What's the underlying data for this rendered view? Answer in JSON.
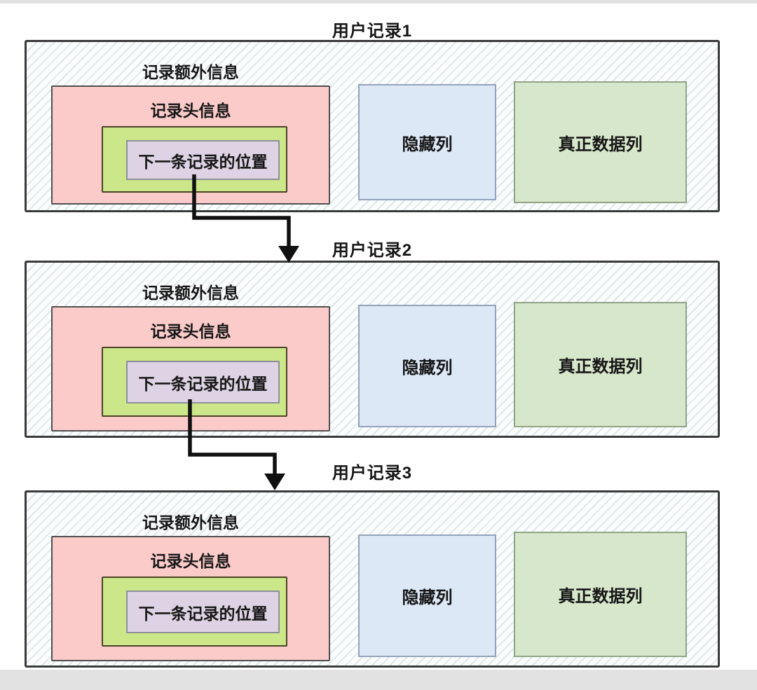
{
  "diagram": {
    "records": [
      {
        "title": "用户记录1",
        "extra_label": "记录额外信息",
        "header_label": "记录头信息",
        "next_pos_label": "下一条记录的位置",
        "hidden_label": "隐藏列",
        "data_label": "真正数据列"
      },
      {
        "title": "用户记录2",
        "extra_label": "记录额外信息",
        "header_label": "记录头信息",
        "next_pos_label": "下一条记录的位置",
        "hidden_label": "隐藏列",
        "data_label": "真正数据列"
      },
      {
        "title": "用户记录3",
        "extra_label": "记录额外信息",
        "header_label": "记录头信息",
        "next_pos_label": "下一条记录的位置",
        "hidden_label": "隐藏列",
        "data_label": "真正数据列"
      }
    ],
    "arrows": [
      {
        "from": "用户记录1 下一条记录的位置",
        "to": "用户记录2"
      },
      {
        "from": "用户记录2 下一条记录的位置",
        "to": "用户记录3"
      }
    ]
  },
  "colors": {
    "text": "#161616",
    "record-border": "#3a3a3a",
    "hatch": "#dde8ec",
    "pink-fill": "#fbcbca",
    "pink-border": "#4f4f4f",
    "lime-fill": "#cbe78a",
    "lime-border": "#4c4226",
    "purple-fill": "#ded3e4",
    "purple-border": "#8f8f9b",
    "blue-fill": "#dde8f7",
    "blue-border": "#93a3ba",
    "dgreen-fill": "#d7e7cb",
    "dgreen-border": "#8fa486",
    "arrow": "#101010",
    "strip-top": "#e1e1e1",
    "strip-bottom": "#e2e2e2"
  }
}
